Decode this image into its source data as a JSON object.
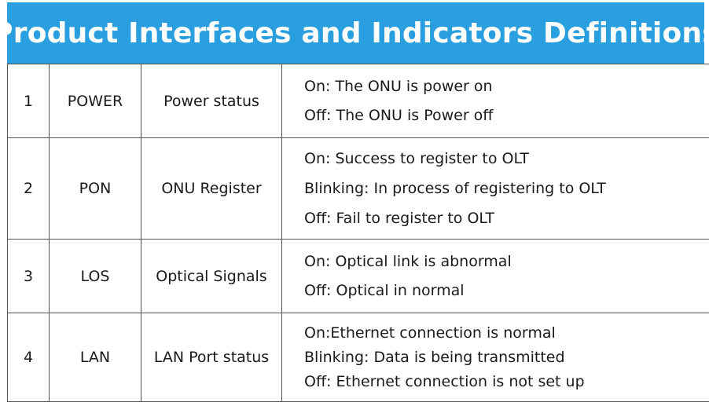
{
  "title": "Product Interfaces and Indicators Definitions",
  "rows": [
    {
      "num": "1",
      "name": "POWER",
      "function": "Power status",
      "lines": [
        "On: The ONU is power on",
        "Off: The ONU is Power off"
      ]
    },
    {
      "num": "2",
      "name": "PON",
      "function": "ONU Register",
      "lines": [
        "On: Success to register to OLT",
        "Blinking: In process of registering to OLT",
        "Off: Fail to register to OLT"
      ]
    },
    {
      "num": "3",
      "name": "LOS",
      "function": "Optical Signals",
      "lines": [
        "On: Optical link is abnormal",
        "Off: Optical in normal"
      ]
    },
    {
      "num": "4",
      "name": "LAN",
      "function": "LAN Port status",
      "lines": [
        "On:Ethernet connection is normal",
        "Blinking: Data is being transmitted",
        "Off: Ethernet connection is not set up"
      ]
    }
  ],
  "colors": {
    "header_bg": "#2a9fe0",
    "header_text": "#ffffff",
    "border": "#555555"
  }
}
